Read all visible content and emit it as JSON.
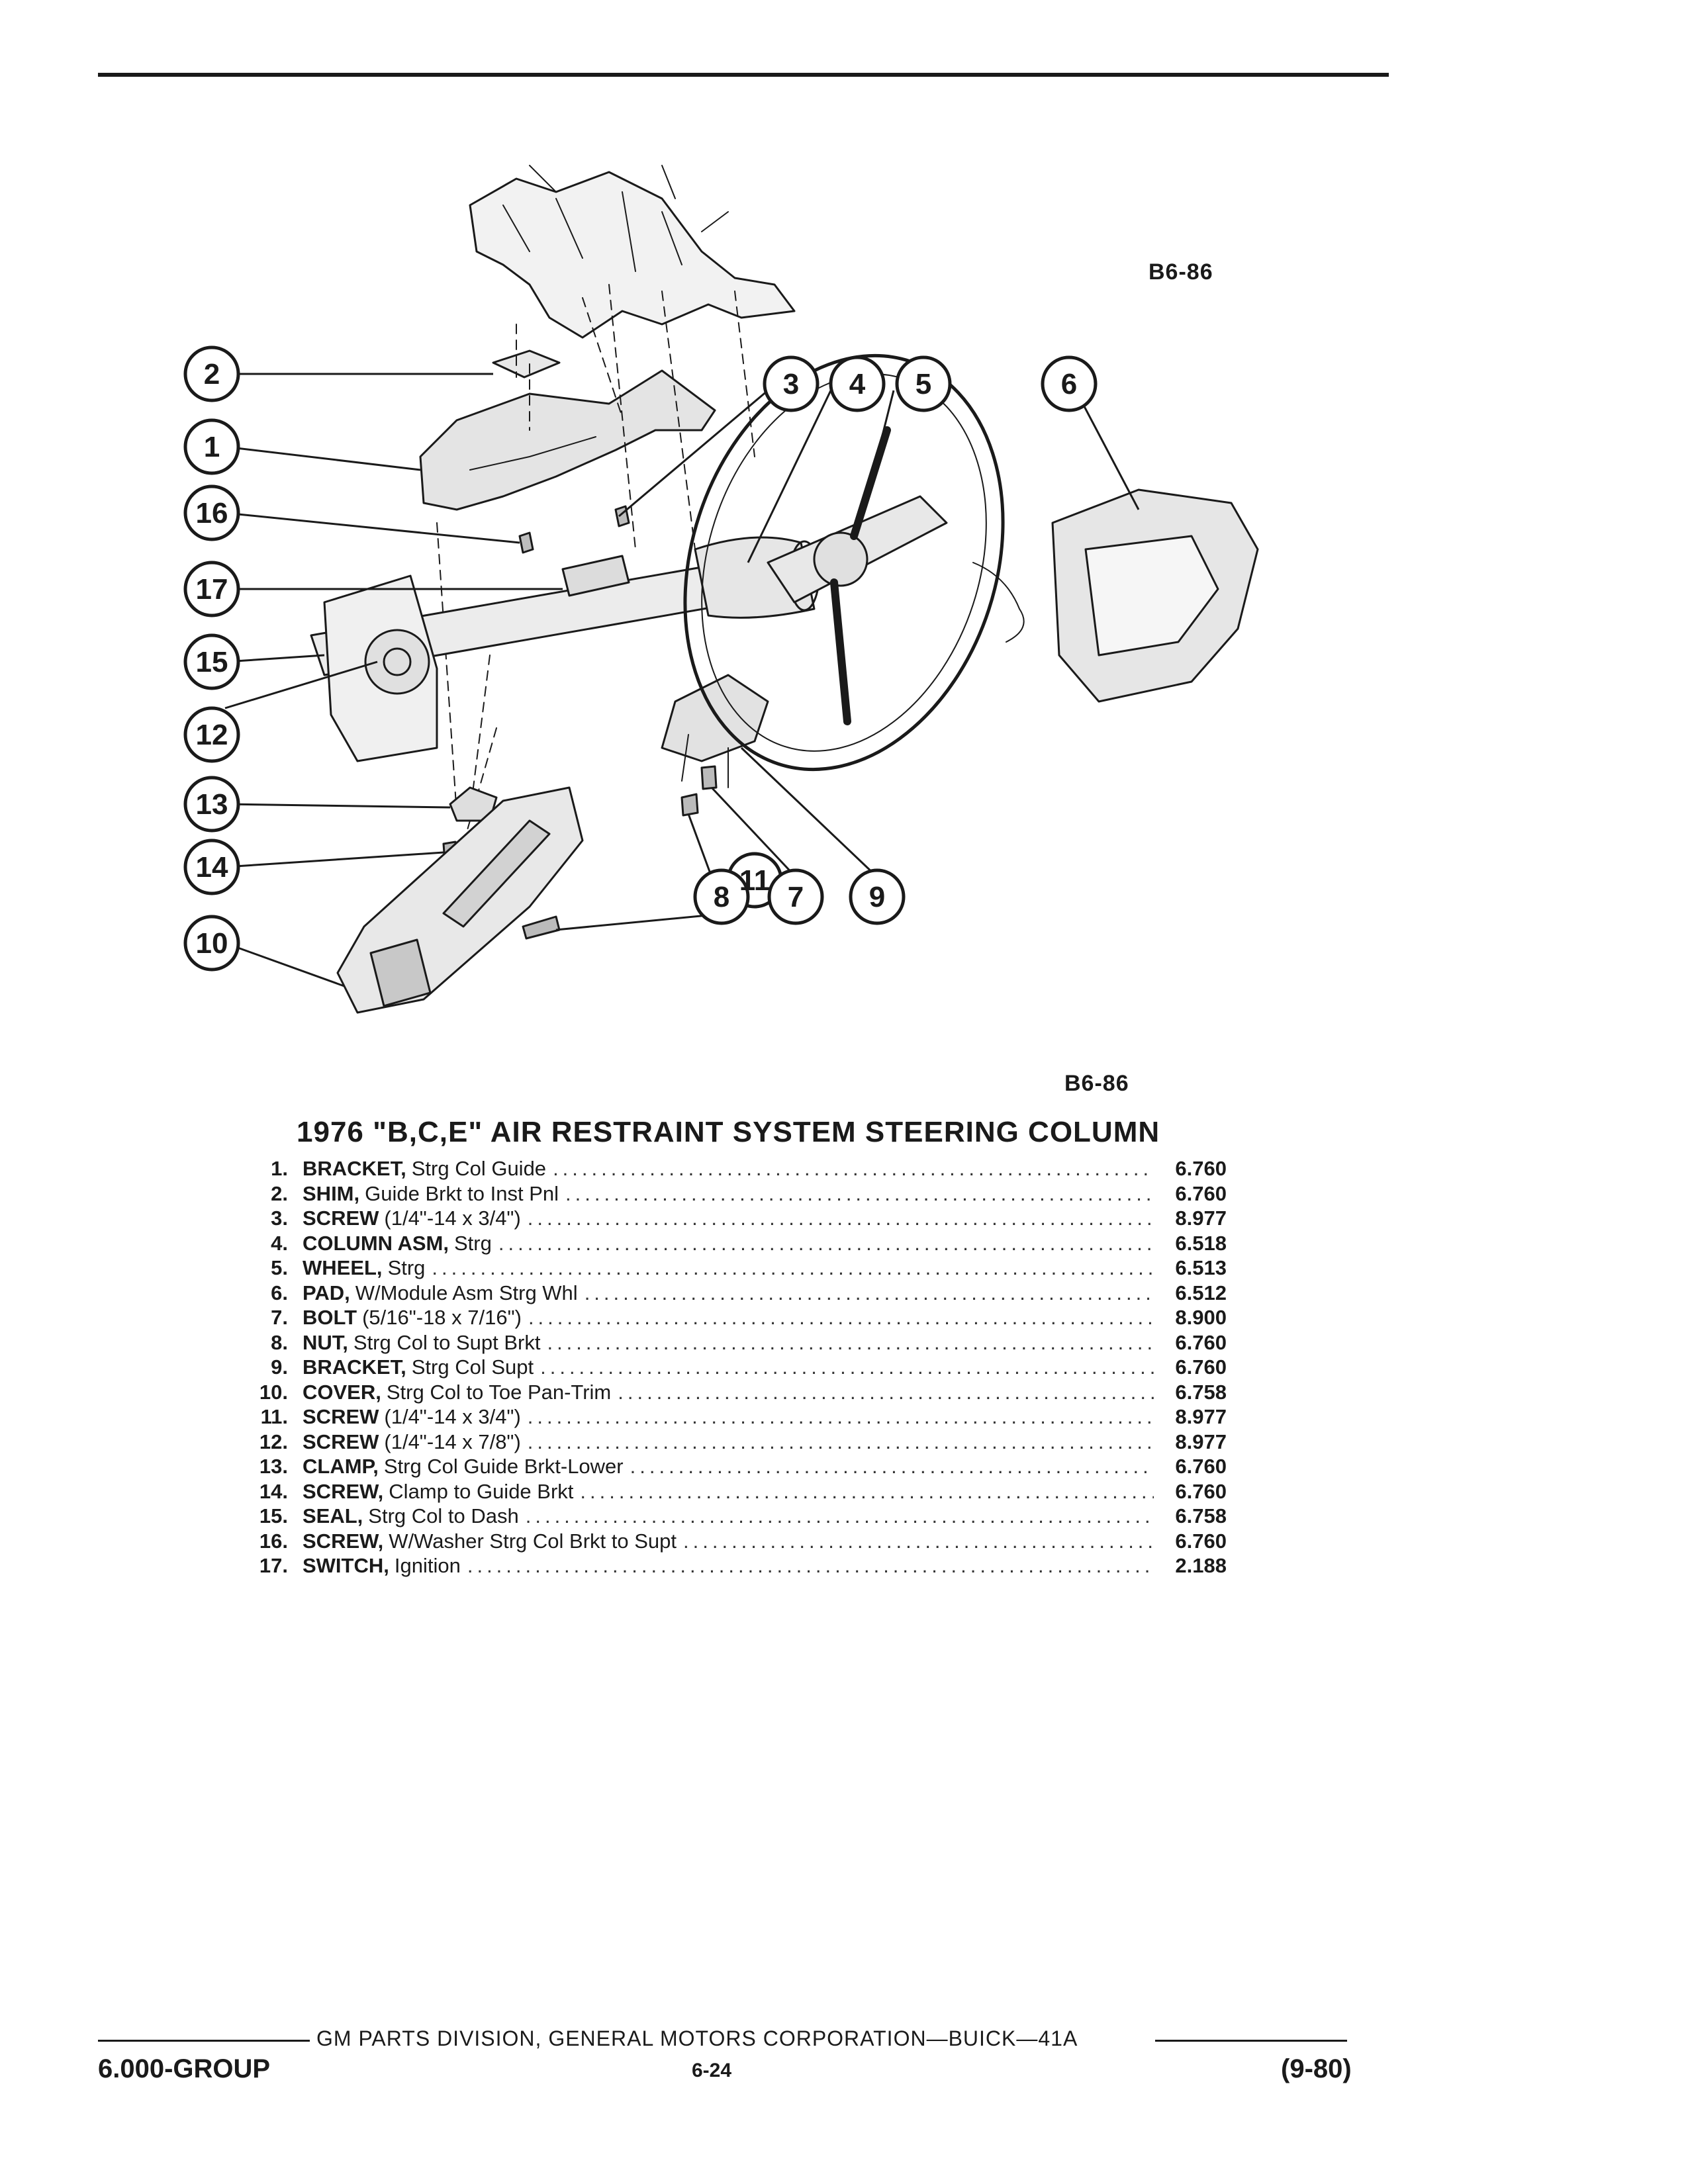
{
  "figure": {
    "code_top": "B6-86",
    "code_bottom": "B6-86",
    "callouts": [
      "1",
      "2",
      "3",
      "4",
      "5",
      "6",
      "7",
      "8",
      "9",
      "10",
      "11",
      "12",
      "13",
      "14",
      "15",
      "16",
      "17"
    ]
  },
  "title": "1976 \"B,C,E\" AIR RESTRAINT SYSTEM STEERING COLUMN",
  "parts": [
    {
      "num": "1.",
      "name": "BRACKET,",
      "desc": "Strg Col Guide",
      "code": "6.760"
    },
    {
      "num": "2.",
      "name": "SHIM,",
      "desc": "Guide Brkt to Inst Pnl",
      "code": "6.760"
    },
    {
      "num": "3.",
      "name": "SCREW",
      "desc": "(1/4\"-14 x 3/4\")",
      "code": "8.977"
    },
    {
      "num": "4.",
      "name": "COLUMN ASM,",
      "desc": "Strg",
      "code": "6.518"
    },
    {
      "num": "5.",
      "name": "WHEEL,",
      "desc": "Strg",
      "code": "6.513"
    },
    {
      "num": "6.",
      "name": "PAD,",
      "desc": "W/Module Asm Strg Whl",
      "code": "6.512"
    },
    {
      "num": "7.",
      "name": "BOLT",
      "desc": "(5/16\"-18 x 7/16\")",
      "code": "8.900"
    },
    {
      "num": "8.",
      "name": "NUT,",
      "desc": "Strg Col to Supt Brkt",
      "code": "6.760"
    },
    {
      "num": "9.",
      "name": "BRACKET,",
      "desc": "Strg Col Supt",
      "code": "6.760"
    },
    {
      "num": "10.",
      "name": "COVER,",
      "desc": "Strg Col to Toe Pan-Trim",
      "code": "6.758"
    },
    {
      "num": "11.",
      "name": "SCREW",
      "desc": "(1/4\"-14 x 3/4\")",
      "code": "8.977"
    },
    {
      "num": "12.",
      "name": "SCREW",
      "desc": "(1/4\"-14 x 7/8\")",
      "code": "8.977"
    },
    {
      "num": "13.",
      "name": "CLAMP,",
      "desc": "Strg Col Guide Brkt-Lower",
      "code": "6.760"
    },
    {
      "num": "14.",
      "name": "SCREW,",
      "desc": "Clamp to Guide Brkt",
      "code": "6.760"
    },
    {
      "num": "15.",
      "name": "SEAL,",
      "desc": "Strg Col to Dash",
      "code": "6.758"
    },
    {
      "num": "16.",
      "name": "SCREW,",
      "desc": "W/Washer Strg Col Brkt to Supt",
      "code": "6.760"
    },
    {
      "num": "17.",
      "name": "SWITCH,",
      "desc": "Ignition",
      "code": "2.188"
    }
  ],
  "footer": {
    "corporation": "GM PARTS DIVISION, GENERAL MOTORS CORPORATION—BUICK—41A",
    "group": "6.000-GROUP",
    "page": "6-24",
    "date": "(9-80)"
  }
}
